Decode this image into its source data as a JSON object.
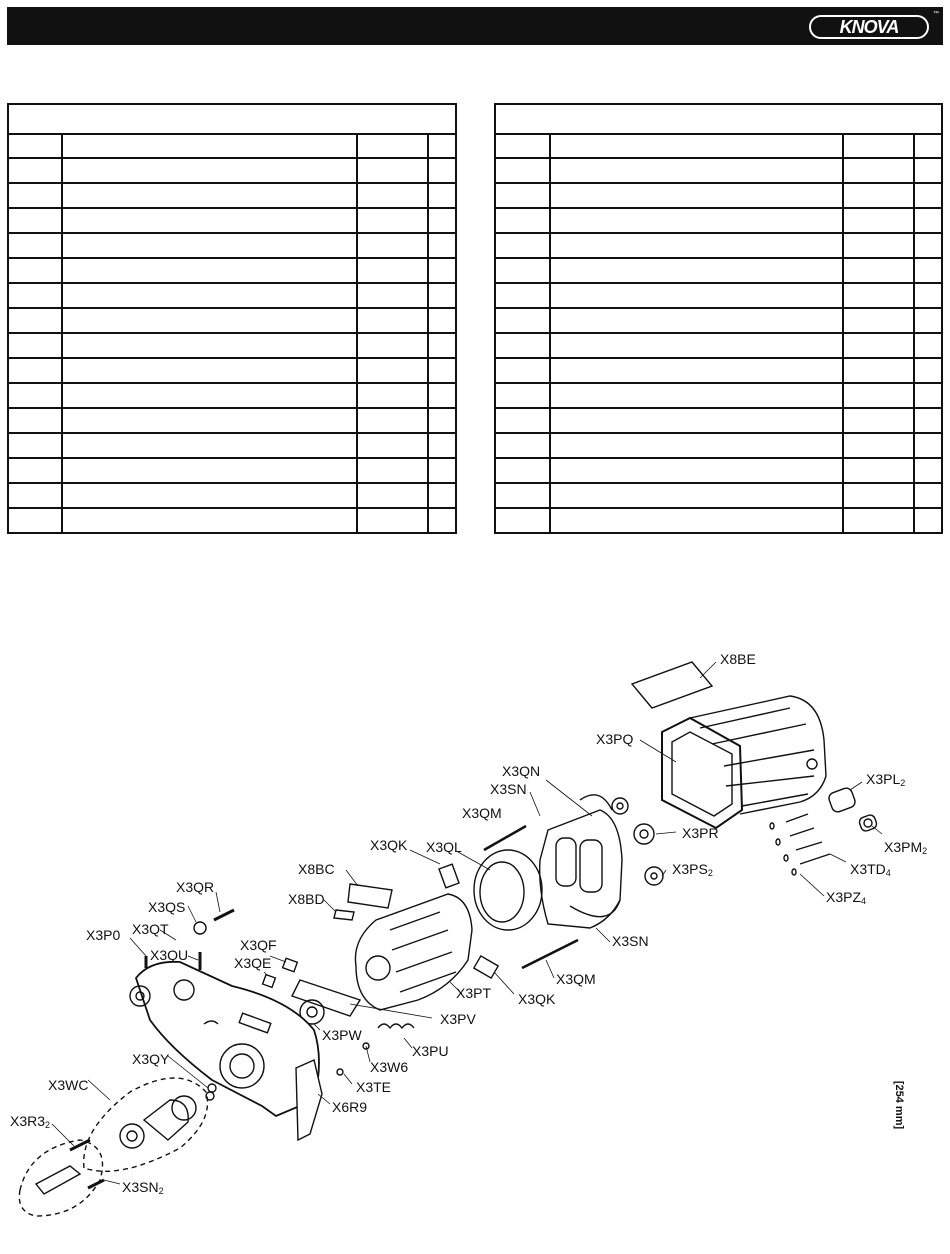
{
  "header": {
    "brand": "KNOVA",
    "trademark": "™"
  },
  "tables": {
    "left_rows": 15,
    "right_rows": 15
  },
  "diagram": {
    "labels": [
      {
        "id": "X8BE",
        "text": "X8BE"
      },
      {
        "id": "X3PQ",
        "text": "X3PQ"
      },
      {
        "id": "X3QN",
        "text": "X3QN"
      },
      {
        "id": "X3SN_a",
        "text": "X3SN"
      },
      {
        "id": "X3QM_a",
        "text": "X3QM"
      },
      {
        "id": "X3PL",
        "text": "X3PL",
        "sub": "2"
      },
      {
        "id": "X3PR",
        "text": "X3PR"
      },
      {
        "id": "X3PM",
        "text": "X3PM",
        "sub": "2"
      },
      {
        "id": "X3QK_a",
        "text": "X3QK"
      },
      {
        "id": "X3QL",
        "text": "X3QL"
      },
      {
        "id": "X3PS",
        "text": "X3PS",
        "sub": "2"
      },
      {
        "id": "X3TD",
        "text": "X3TD",
        "sub": "4"
      },
      {
        "id": "X8BC",
        "text": "X8BC"
      },
      {
        "id": "X3PZ",
        "text": "X3PZ",
        "sub": "4"
      },
      {
        "id": "X8BD",
        "text": "X8BD"
      },
      {
        "id": "X3QR",
        "text": "X3QR"
      },
      {
        "id": "X3QS",
        "text": "X3QS"
      },
      {
        "id": "X3SN_b",
        "text": "X3SN"
      },
      {
        "id": "X3QT",
        "text": "X3QT"
      },
      {
        "id": "X3P0",
        "text": "X3P0"
      },
      {
        "id": "X3QU",
        "text": "X3QU"
      },
      {
        "id": "X3QF",
        "text": "X3QF"
      },
      {
        "id": "X3QE",
        "text": "X3QE"
      },
      {
        "id": "X3QM_b",
        "text": "X3QM"
      },
      {
        "id": "X3PT",
        "text": "X3PT"
      },
      {
        "id": "X3QK_b",
        "text": "X3QK"
      },
      {
        "id": "X3PV",
        "text": "X3PV"
      },
      {
        "id": "X3PW",
        "text": "X3PW"
      },
      {
        "id": "X3PU",
        "text": "X3PU"
      },
      {
        "id": "X3QY",
        "text": "X3QY"
      },
      {
        "id": "X3W6",
        "text": "X3W6"
      },
      {
        "id": "X3TE",
        "text": "X3TE"
      },
      {
        "id": "X3WC",
        "text": "X3WC"
      },
      {
        "id": "X6R9",
        "text": "X6R9"
      },
      {
        "id": "X3R3",
        "text": "X3R3",
        "sub": "2"
      },
      {
        "id": "X3SN2",
        "text": "X3SN",
        "sub": "2"
      }
    ],
    "side_note": "[254 mm]"
  }
}
